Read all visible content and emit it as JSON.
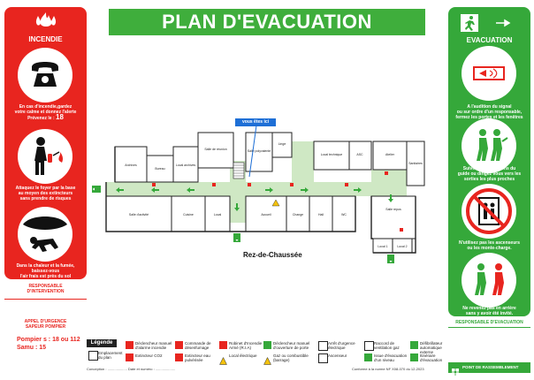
{
  "title": "PLAN D'EVACUATION",
  "left_panel": {
    "heading": "INCENDIE",
    "text1_l1": "En cas d'incendie,gardez",
    "text1_l2": "votre calme et donnez l'alerte",
    "text1_l3": "Prévenez le :",
    "text1_num": "18",
    "text2_l1": "Attaquez le foyer par la base",
    "text2_l2": "au moyen des extincteurs",
    "text2_l3": "sans prendre de risques",
    "text3_l1": "Dans la chaleur et la fumée,",
    "text3_l2": "baissez-vous",
    "text3_l3": "l'air frais est près du sol",
    "responsable_l1": "RESPONSABLE",
    "responsable_l2": "D'INTERVENTION",
    "appel_l1": "APPEL D'URGENCE",
    "appel_l2": "SAPEUR POMPIER",
    "pompiers": "Pompier s : 18 ou  112",
    "samu": "Samu : 15"
  },
  "right_panel": {
    "heading": "EVACUATION",
    "text1_l1": "A l'audition du signal",
    "text1_l2": "ou sur ordre d'un responsable,",
    "text1_l3": "fermez les portes et les fenêtres",
    "text2_l1": "Suivez les indications du",
    "text2_l2": "guide ou dirigez vous vers les",
    "text2_l3": "sorties les plus proches",
    "text3_l1": "N'utilisez pas les ascenseurs",
    "text3_l2": "ou les monte-charge.",
    "text4_l1": "Ne revenez pas en arrière",
    "text4_l2": "sans y avoir été invité.",
    "responsable": "RESPONSABLE D'EVACUATION",
    "rassemblement": "POINT DE RASSEMBLEMENT"
  },
  "plan": {
    "you_are_here": "vous êtes ici",
    "floor": "Rez-de-Chaussée",
    "rooms": {
      "archives": "Archives",
      "bureau": "Bureau",
      "local_archives": "Local archives",
      "salle_reunion": "Salle de réunion",
      "local": "Local",
      "salle_poly": "Salle polyvalente",
      "lingerie": "Linge",
      "local_tech": "Local technique",
      "asc": "ASC",
      "atelier": "Atelier",
      "sanitaires": "Sanitaires",
      "salle_activite": "Salle d'activité",
      "cuisine": "Cuisine",
      "accueil": "Accueil",
      "change": "Change",
      "hall": "Hall",
      "wc": "WC",
      "local1": "Local 1",
      "local2": "Local 2",
      "salle_repos": "Salle repos"
    }
  },
  "legend": {
    "label": "Légende",
    "items": [
      "Emplacement du plan",
      "Déclencheur manuel d'alarme incendie",
      "Extincteur CO2",
      "Commande de désenfumage",
      "Extincteur eau pulvérisée",
      "Robinet d'Incendie Armé (R.I.A)",
      "Local électrique",
      "Déclencheur manuel d'ouverture de porte",
      "Gaz ou combustible (barrage)",
      "Arrêt d'urgence électrique",
      "Ascenseur",
      "Raccord de ventilation gaz",
      "Issue d'évacuation d'un niveau",
      "Défibrillateur automatique externe",
      "Itinéraire d'évacuation"
    ],
    "footer_conception": "Conception : .................... Date et numéro : ....................",
    "footer_norme": "Conforme à la norme NF X08-070 du 12-2023"
  },
  "colors": {
    "red": "#e8251f",
    "green": "#35a83a",
    "title_green": "#3fae3c",
    "corridor": "#cfe8c4",
    "you_here": "#1e6fd6"
  }
}
